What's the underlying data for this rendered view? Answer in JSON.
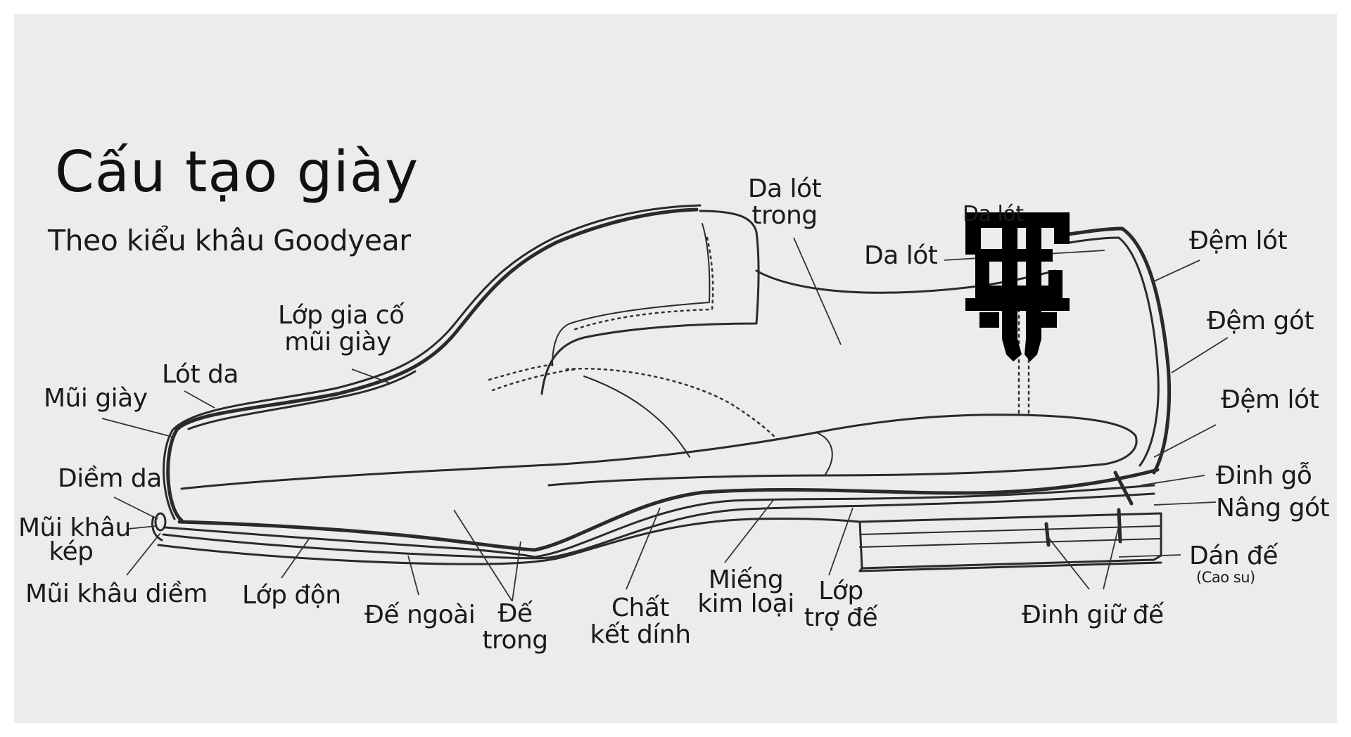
{
  "title": "Cấu tạo giày",
  "subtitle": "Theo kiểu khâu Goodyear",
  "labels": {
    "mui_giay": "Mũi giày",
    "lot_da": "Lót da",
    "lop_gia_co": [
      "Lớp gia cố",
      "mũi giày"
    ],
    "diem_da": "Diềm da",
    "mui_khau_kep": [
      "Mũi khâu",
      "kép"
    ],
    "mui_khau_diem": "Mũi khâu diềm",
    "lop_don": "Lớp độn",
    "de_ngoai": "Đế ngoài",
    "de_trong": [
      "Đế",
      "trong"
    ],
    "chat_ket_dinh": [
      "Chất",
      "kết dính"
    ],
    "mieng_kim_loai": [
      "Miếng",
      "kim loại"
    ],
    "lop_tro_de": [
      "Lớp",
      "trợ đế"
    ],
    "dinh_giu_de": "Đinh giữ đế",
    "da_lot_trong": [
      "Da lót",
      "trong"
    ],
    "da_lot_top": "Da lót",
    "da_lot": "Da lót",
    "dem_lot_top": "Đệm lót",
    "dem_got": "Đệm gót",
    "dem_lot_right": "Đệm lót",
    "dinh_go": "Đinh gỗ",
    "nang_got": "Nâng gót",
    "dan_de": "Dán đế",
    "dan_de_note": "(Cao su)"
  },
  "logo": {
    "icon": "monogram-logo",
    "text": "TSG"
  },
  "colors": {
    "background": "#edeceb",
    "ink": "#1a1a1a"
  }
}
